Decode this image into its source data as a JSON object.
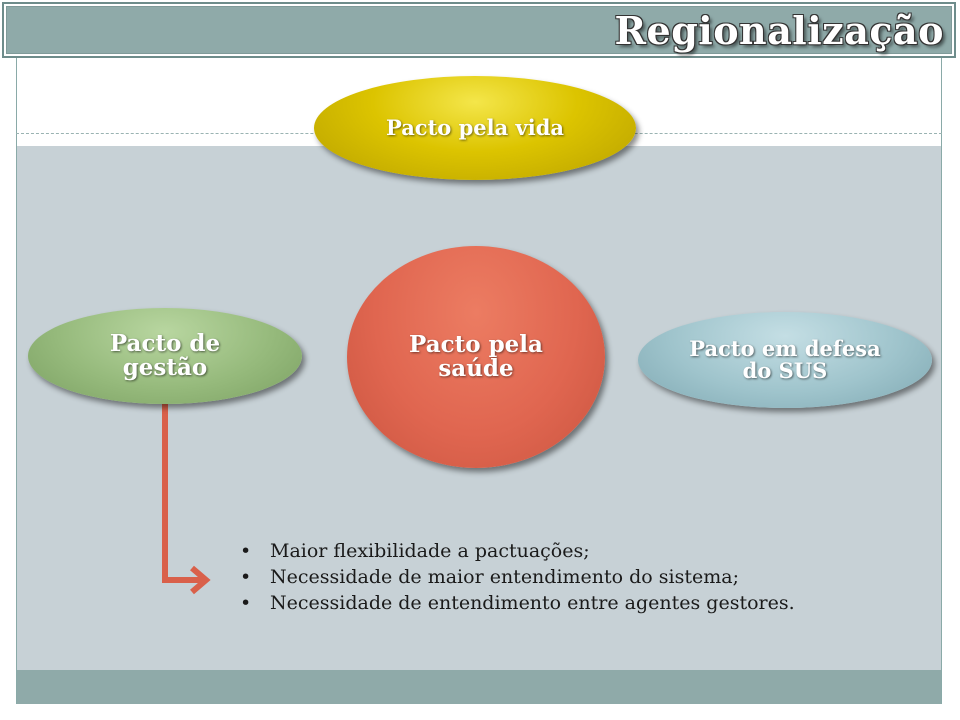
{
  "title": "Regionalização",
  "shapes": {
    "pacto_vida": "Pacto pela vida",
    "pacto_saude": "Pacto pela\nsaúde",
    "pacto_gestao": "Pacto de\ngestão",
    "pacto_sus": "Pacto em defesa\ndo SUS"
  },
  "bullets": [
    "Maior flexibilidade a pactuações;",
    "Necessidade de maior entendimento do sistema;",
    "Necessidade de entendimento entre agentes gestores."
  ],
  "colors": {
    "title_bar": "#8faaa9",
    "pacto_vida": "#dcc400",
    "pacto_saude": "#e06650",
    "pacto_gestao": "#96ba7c",
    "pacto_sus": "#9fc4cc",
    "arrow": "#d9604a"
  }
}
